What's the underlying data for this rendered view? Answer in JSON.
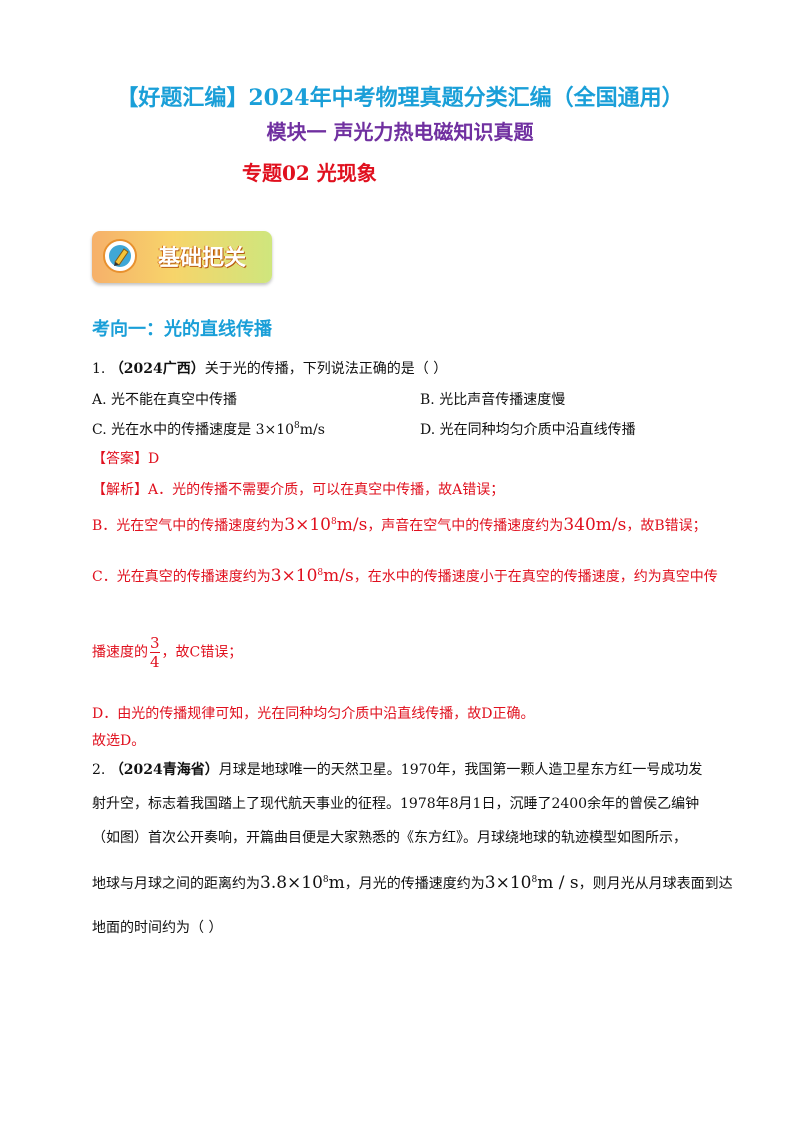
{
  "header": {
    "title_main": "【好题汇编】2024年中考物理真题分类汇编（全国通用）",
    "title_module": "模块一  声光力热电磁知识真题",
    "title_topic": "专题02  光现象"
  },
  "banner": {
    "label": "基础把关",
    "icon": "pen-badge-icon"
  },
  "section": {
    "heading": "考向一：光的直线传播"
  },
  "q1": {
    "number": "1.",
    "source": "（2024广西）",
    "stem": "关于光的传播，下列说法正确的是（        ）",
    "optA": "A.  光不能在真空中传播",
    "optB": "B.  光比声音传播速度慢",
    "optC_pre": "C.  光在水中的传播速度是 3×10",
    "optC_exp": "8",
    "optC_post": "m/s",
    "optD": "D.  光在同种均匀介质中沿直线传播",
    "answer": "【答案】D",
    "analysis_a": "【解析】A．光的传播不需要介质，可以在真空中传播，故A错误；",
    "analysis_b_pre": "B．光在空气中的传播速度约为",
    "analysis_b_v1_base": "3×10",
    "analysis_b_v1_exp": "8",
    "analysis_b_v1_unit": "m/s",
    "analysis_b_mid": "，声音在空气中的传播速度约为",
    "analysis_b_v2": "340m/s",
    "analysis_b_post": "，故B错误；",
    "analysis_c_pre": "C．光在真空的传播速度约为",
    "analysis_c_v_base": "3×10",
    "analysis_c_v_exp": "8",
    "analysis_c_v_unit": "m/s",
    "analysis_c_post": "，在水中的传播速度小于在真空的传播速度，约为真空中传",
    "analysis_c2_pre": "播速度的",
    "analysis_c2_num": "3",
    "analysis_c2_den": "4",
    "analysis_c2_post": "，故C错误；",
    "analysis_d": "D．由光的传播规律可知，光在同种均匀介质中沿直线传播，故D正确。",
    "conclusion": "故选D。"
  },
  "q2": {
    "number": "2.",
    "source": "（2024青海省）",
    "line1": "月球是地球唯一的天然卫星。1970年，我国第一颗人造卫星东方红一号成功发",
    "line2": "射升空，标志着我国踏上了现代航天事业的征程。1978年8月1日，沉睡了2400余年的曾侯乙编钟",
    "line3": "（如图）首次公开奏响，开篇曲目便是大家熟悉的《东方红》。月球绕地球的轨迹模型如图所示，",
    "line4_pre": "地球与月球之间的距离约为",
    "line4_d_base": "3.8×10",
    "line4_d_exp": "8",
    "line4_d_unit": "m",
    "line4_mid": "，月光的传播速度约为",
    "line4_v_base": "3×10",
    "line4_v_exp": "8",
    "line4_v_unit": "m / s",
    "line4_post": "，则月光从月球表面到达",
    "line5": "地面的时间约为（        ）"
  }
}
